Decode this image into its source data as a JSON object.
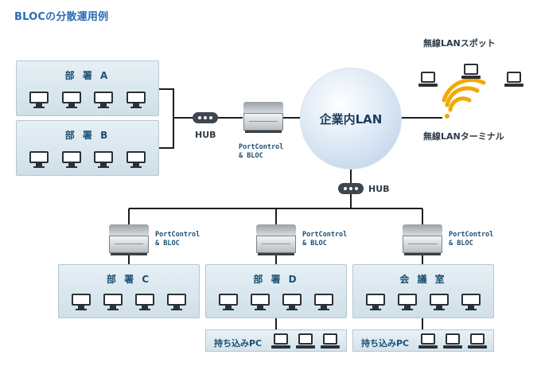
{
  "title": "BLOCの分散運用例",
  "center": {
    "label": "企業内LAN"
  },
  "hubs": {
    "top": "HUB",
    "middle": "HUB"
  },
  "servers": {
    "top": "PortControl\n& BLOC",
    "c": "PortControl\n& BLOC",
    "d": "PortControl\n& BLOC",
    "room": "PortControl\n& BLOC"
  },
  "departments": {
    "a": {
      "label": "部 署 A",
      "pcs": 4
    },
    "b": {
      "label": "部 署 B",
      "pcs": 4
    },
    "c": {
      "label": "部 署 C",
      "pcs": 4
    },
    "d": {
      "label": "部 署 D",
      "pcs": 4
    },
    "room": {
      "label": "会 議 室",
      "pcs": 4
    }
  },
  "wireless": {
    "spot": "無線LANスポット",
    "terminal": "無線LANターミナル"
  },
  "bring_in": {
    "d": "持ち込みPC",
    "room": "持ち込みPC"
  },
  "icons": [
    "monitor-icon",
    "laptop-icon",
    "server-icon",
    "hub-icon",
    "wifi-icon"
  ],
  "colors": {
    "title": "#2a6db3",
    "line": "#1e1e1e",
    "wifi": "#f2a900",
    "dept_bg": "#d8e6ee"
  }
}
